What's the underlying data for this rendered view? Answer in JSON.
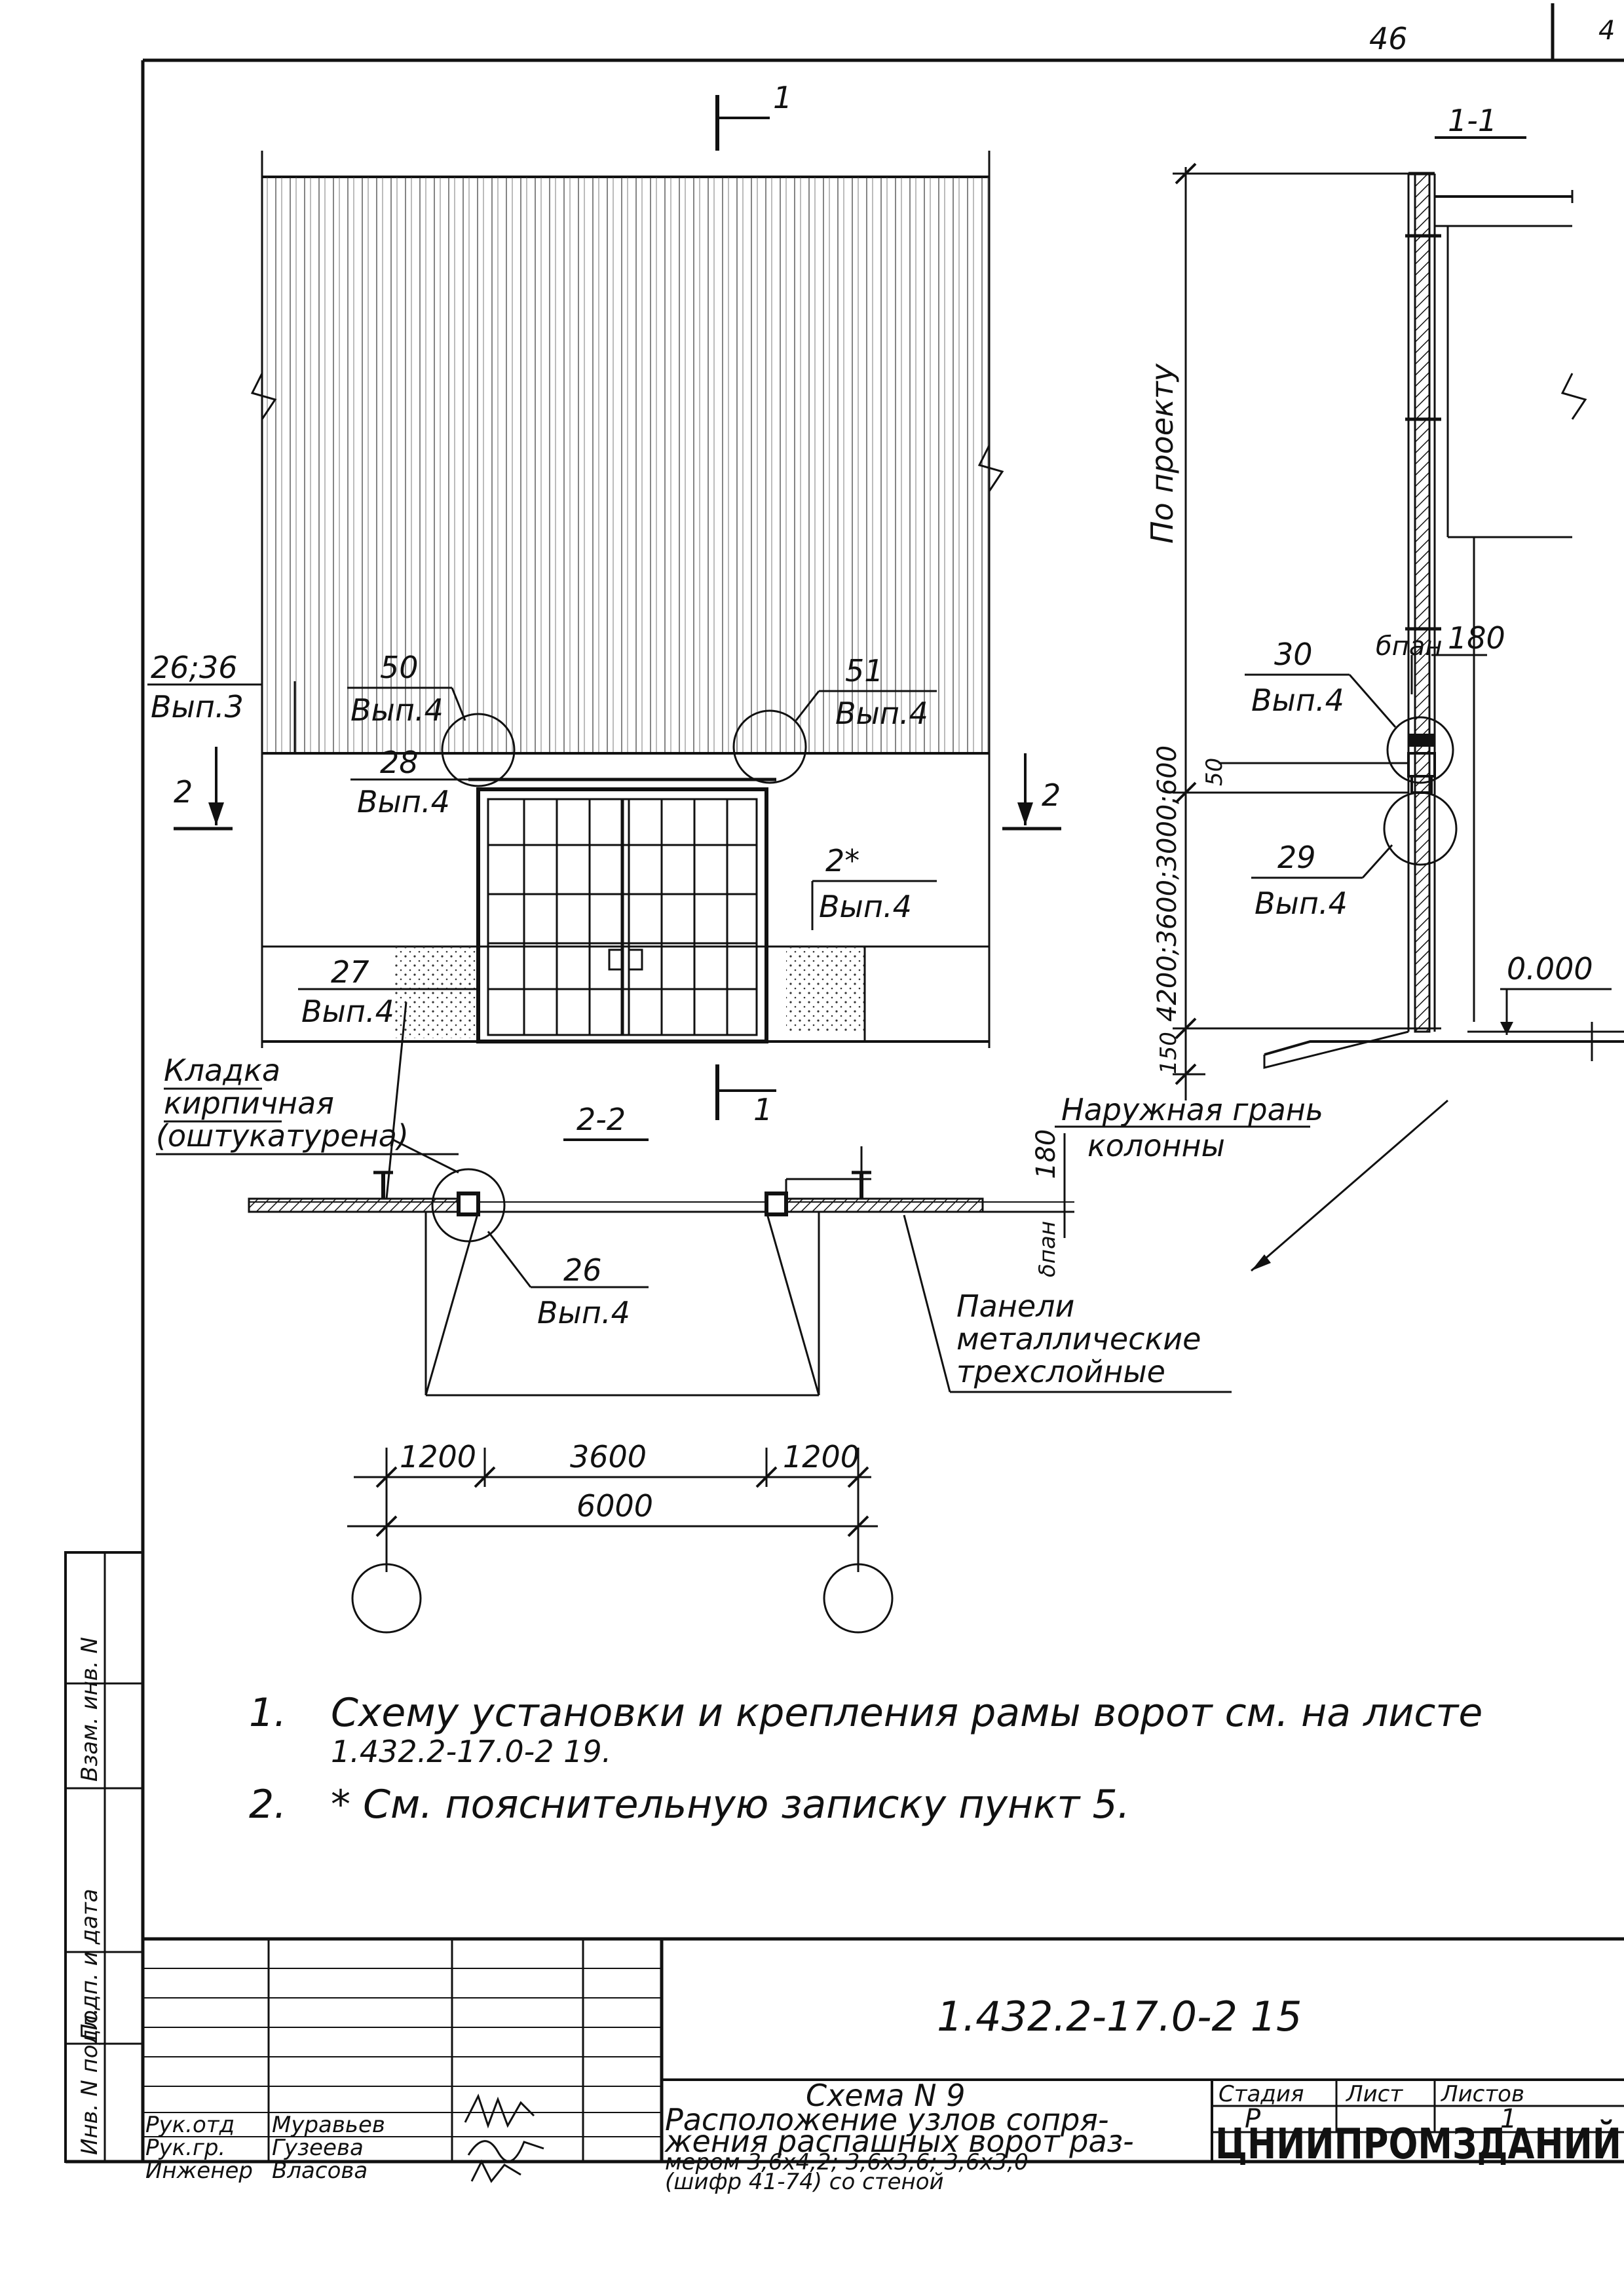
{
  "sheet_number": "46",
  "sheet_number_right": "4",
  "facade": {
    "section_mark_top": "1",
    "section_mark_bottom": "1",
    "section_2_left": "2",
    "section_2_right": "2",
    "callouts": [
      {
        "num": "26;36",
        "sheet": "Вып.3"
      },
      {
        "num": "50",
        "sheet": "Вып.4"
      },
      {
        "num": "51",
        "sheet": "Вып.4"
      },
      {
        "num": "28",
        "sheet": "Вып.4"
      },
      {
        "num": "2*",
        "sheet": "Вып.4"
      },
      {
        "num": "27",
        "sheet": "Вып.4"
      }
    ]
  },
  "section_1_1": {
    "title": "1-1",
    "height_label": "По проекту",
    "dim_label": "4200;3600;3000;600",
    "dim_150": "150",
    "dim_50": "50",
    "panel_label": "бпан",
    "dim_180": "180",
    "callouts": [
      {
        "num": "30",
        "sheet": "Вып.4"
      },
      {
        "num": "29",
        "sheet": "Вып.4"
      }
    ],
    "level": "0.000"
  },
  "plan_2_2": {
    "title": "2-2",
    "masonry_label": [
      "Кладка",
      "кирпичная",
      "(оштукатурена)"
    ],
    "column_face_label": [
      "Наружная грань",
      "колонны"
    ],
    "dim_180": "180",
    "panel_label": "δпан",
    "callout": {
      "num": "26",
      "sheet": "Вып.4"
    },
    "panels_label": [
      "Панели",
      "металлические",
      "трехслойные"
    ],
    "dims": [
      "1200",
      "3600",
      "1200"
    ],
    "total_dim": "6000"
  },
  "notes": [
    {
      "num": "1.",
      "text": "Схему установки и крепления рамы ворот см. на листе",
      "text2": "1.432.2-17.0-2 19."
    },
    {
      "num": "2.",
      "text": "* См.   пояснительную   записку   пункт   5."
    }
  ],
  "side_stamp": [
    "Инв. N подл.",
    "Подп. и дата",
    "Взам. инв. N"
  ],
  "title_block": {
    "doc_code": "1.432.2-17.0-2 15",
    "title_lines": [
      "Схема N 9",
      "Расположение узлов сопря-",
      "жения распашных ворот раз-",
      "мером 3,6х4,2; 3,6х3,6; 3,6х3,0",
      "(шифр 41-74) со стеной"
    ],
    "stage_header": "Стадия",
    "sheet_header": "Лист",
    "sheets_header": "Листов",
    "stage": "Р",
    "sheet": "",
    "sheets": "1",
    "organization": "ЦНИИПРОМЗДАНИЙ",
    "signatures": [
      {
        "role": "Рук.отд",
        "name": "Муравьев"
      },
      {
        "role": "Рук.гр.",
        "name": "Гузеева"
      },
      {
        "role": "Инженер",
        "name": "Власова"
      }
    ]
  }
}
